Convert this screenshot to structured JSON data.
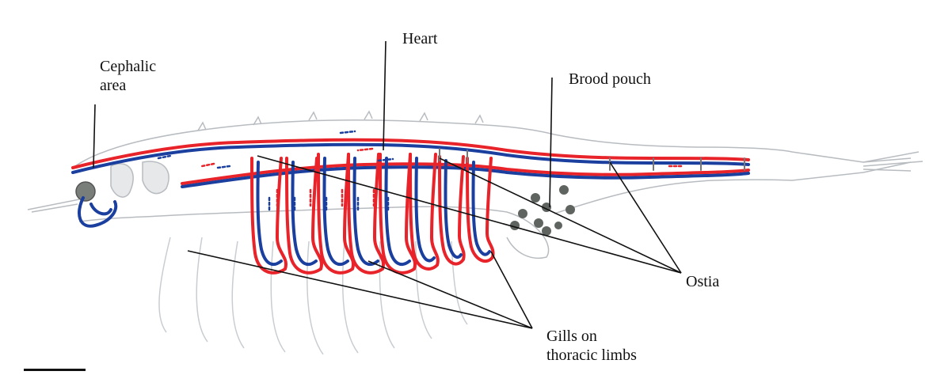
{
  "labels": {
    "cephalic": [
      "Cephalic",
      "area"
    ],
    "heart": "Heart",
    "brood_pouch": "Brood pouch",
    "ostia": "Ostia",
    "gills": [
      "Gills on",
      "thoracic limbs"
    ]
  },
  "colors": {
    "artery": "#e8232a",
    "vein": "#1a3f9e",
    "body_outline": "#b8bcc0",
    "leader_line": "#111111",
    "egg": "#5f6460"
  }
}
